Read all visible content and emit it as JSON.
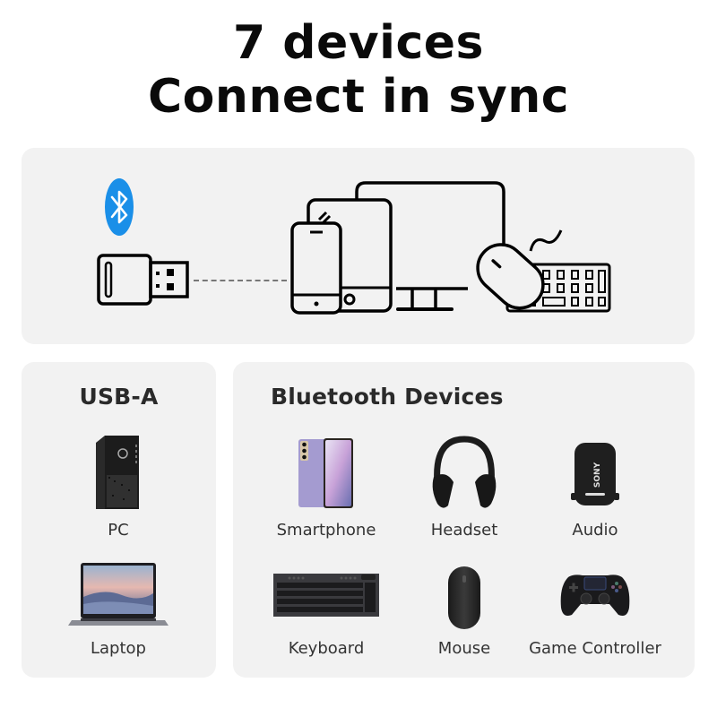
{
  "headline": {
    "line1": "7 devices",
    "line2": "Connect in sync"
  },
  "diagram": {
    "bluetooth_icon": "bluetooth-icon",
    "bluetooth_color": "#1a8fe8",
    "dongle_icon": "usb-dongle-icon",
    "connected_icons": [
      "smartphone-icon",
      "tablet-icon",
      "monitor-icon",
      "mouse-icon",
      "keyboard-icon"
    ]
  },
  "usb_section": {
    "title": "USB-A",
    "devices": [
      {
        "label": "PC",
        "icon": "desktop-tower-icon"
      },
      {
        "label": "Laptop",
        "icon": "laptop-icon"
      }
    ]
  },
  "bluetooth_section": {
    "title": "Bluetooth Devices",
    "devices": [
      {
        "label": "Smartphone",
        "icon": "smartphone-icon"
      },
      {
        "label": "Headset",
        "icon": "headphones-icon"
      },
      {
        "label": "Audio",
        "icon": "speaker-icon",
        "brand": "SONY"
      },
      {
        "label": "Keyboard",
        "icon": "keyboard-icon"
      },
      {
        "label": "Mouse",
        "icon": "mouse-icon"
      },
      {
        "label": "Game Controller",
        "icon": "game-controller-icon"
      }
    ]
  },
  "colors": {
    "panel_bg": "#f2f2f2",
    "headline": "#0a0a0a",
    "bluetooth": "#1a8fe8"
  }
}
